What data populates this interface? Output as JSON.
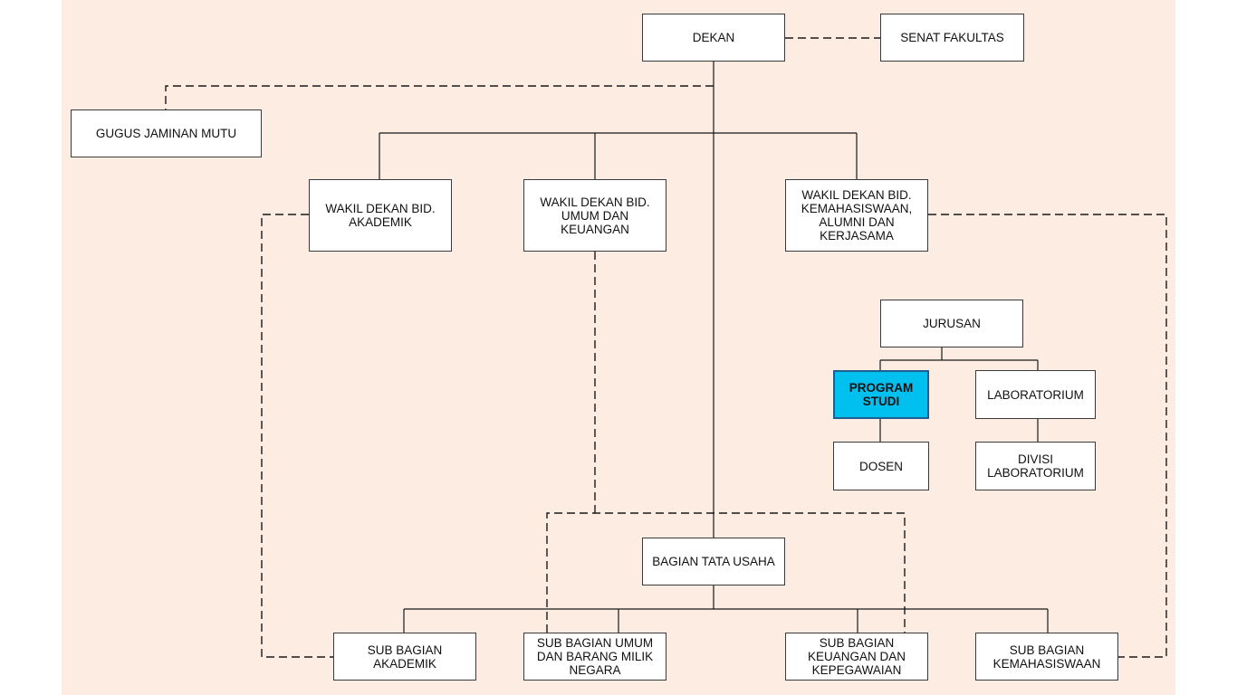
{
  "colors": {
    "background": "#fcece2",
    "box_fill": "#ffffff",
    "highlight_fill": "#00c0f0",
    "line": "#1a1a1a"
  },
  "nodes": {
    "dekan": "DEKAN",
    "senat": "SENAT FAKULTAS",
    "gugus": "GUGUS JAMINAN MUTU",
    "wd_akademik": "WAKIL DEKAN BID. AKADEMIK",
    "wd_umum": "WAKIL DEKAN BID. UMUM DAN KEUANGAN",
    "wd_kemahasiswaan": "WAKIL DEKAN BID. KEMAHASISWAAN, ALUMNI DAN KERJASAMA",
    "jurusan": "JURUSAN",
    "program_studi": "PROGRAM STUDI",
    "laboratorium": "LABORATORIUM",
    "dosen": "DOSEN",
    "divisi_lab": "DIVISI LABORATORIUM",
    "tata_usaha": "BAGIAN TATA USAHA",
    "sb_akademik": "SUB BAGIAN AKADEMIK",
    "sb_umum": "SUB BAGIAN UMUM DAN BARANG MILIK NEGARA",
    "sb_keuangan": "SUB BAGIAN KEUANGAN DAN KEPEGAWAIAN",
    "sb_kemahasiswaan": "SUB BAGIAN KEMAHASISWAAN"
  }
}
